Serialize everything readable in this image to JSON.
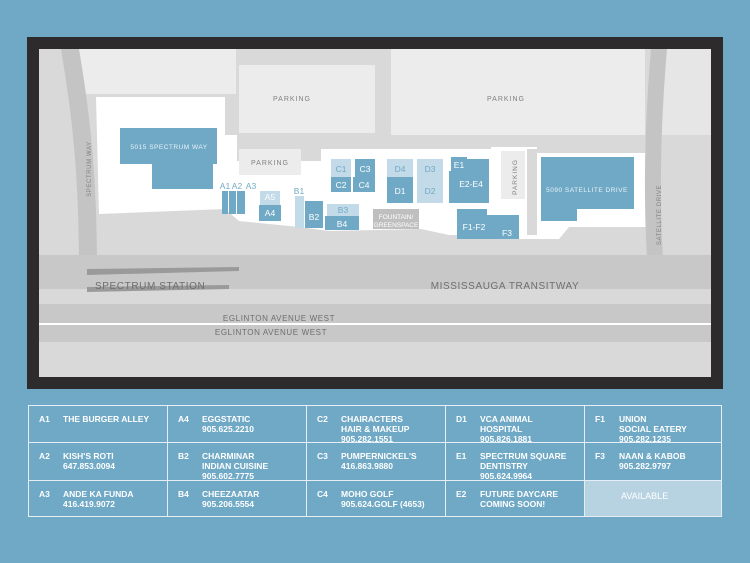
{
  "map": {
    "buildings": {
      "b5015": "5015 SPECTRUM WAY",
      "b5090": "5090 SATELLITE DRIVE"
    },
    "areas": {
      "parking_left": "PARKING",
      "parking_right": "PARKING",
      "parking_small": "PARKING",
      "parking_vertical": "PARKING",
      "fountain_line1": "FOUNTAIN/",
      "fountain_line2": "GREENSPACE"
    },
    "roads": {
      "spectrum_way": "SPECTRUM WAY",
      "satellite_drive": "SATELLITE DRIVE",
      "spectrum_station": "SPECTRUM STATION",
      "transitway": "MISSISSAUGA TRANSITWAY",
      "eglinton_1": "EGLINTON AVENUE WEST",
      "eglinton_2": "EGLINTON AVENUE WEST"
    },
    "units": {
      "A1": "A1",
      "A2": "A2",
      "A3": "A3",
      "A4": "A4",
      "A5": "A5",
      "B1": "B1",
      "B2": "B2",
      "B3": "B3",
      "B4": "B4",
      "C1": "C1",
      "C2": "C2",
      "C3": "C3",
      "C4": "C4",
      "D1": "D1",
      "D2": "D2",
      "D3": "D3",
      "D4": "D4",
      "E1": "E1",
      "E2E4": "E2-E4",
      "F1F2": "F1-F2",
      "F3": "F3"
    }
  },
  "directory": [
    {
      "code": "A1",
      "name": "THE BURGER ALLEY",
      "phone": ""
    },
    {
      "code": "A2",
      "name": "KISH'S ROTI",
      "phone": "647.853.0094"
    },
    {
      "code": "A3",
      "name": "ANDE KA FUNDA",
      "phone": "416.419.9072"
    },
    {
      "code": "A4",
      "name": "EGGSTATIC",
      "phone": "905.625.2210"
    },
    {
      "code": "B2",
      "name": "CHARMINAR\nINDIAN CUISINE",
      "phone": "905.602.7775"
    },
    {
      "code": "B4",
      "name": "CHEEZAATAR",
      "phone": "905.206.5554"
    },
    {
      "code": "C2",
      "name": "CHAIRACTERS\nHAIR & MAKEUP",
      "phone": "905.282.1551"
    },
    {
      "code": "C3",
      "name": "PUMPERNICKEL'S",
      "phone": "416.863.9880"
    },
    {
      "code": "C4",
      "name": "MOHO GOLF",
      "phone": "905.624.GOLF (4653)"
    },
    {
      "code": "D1",
      "name": "VCA ANIMAL\nHOSPITAL",
      "phone": "905.826.1881"
    },
    {
      "code": "E1",
      "name": "SPECTRUM SQUARE\nDENTISTRY",
      "phone": "905.624.9964"
    },
    {
      "code": "E2",
      "name": "FUTURE DAYCARE",
      "phone": "",
      "note": "COMING SOON!"
    },
    {
      "code": "F1",
      "name": "UNION\nSOCIAL EATERY",
      "phone": "905.282.1235"
    },
    {
      "code": "F3",
      "name": "NAAN & KABOB",
      "phone": "905.282.9797"
    }
  ],
  "available_label": "AVAILABLE"
}
